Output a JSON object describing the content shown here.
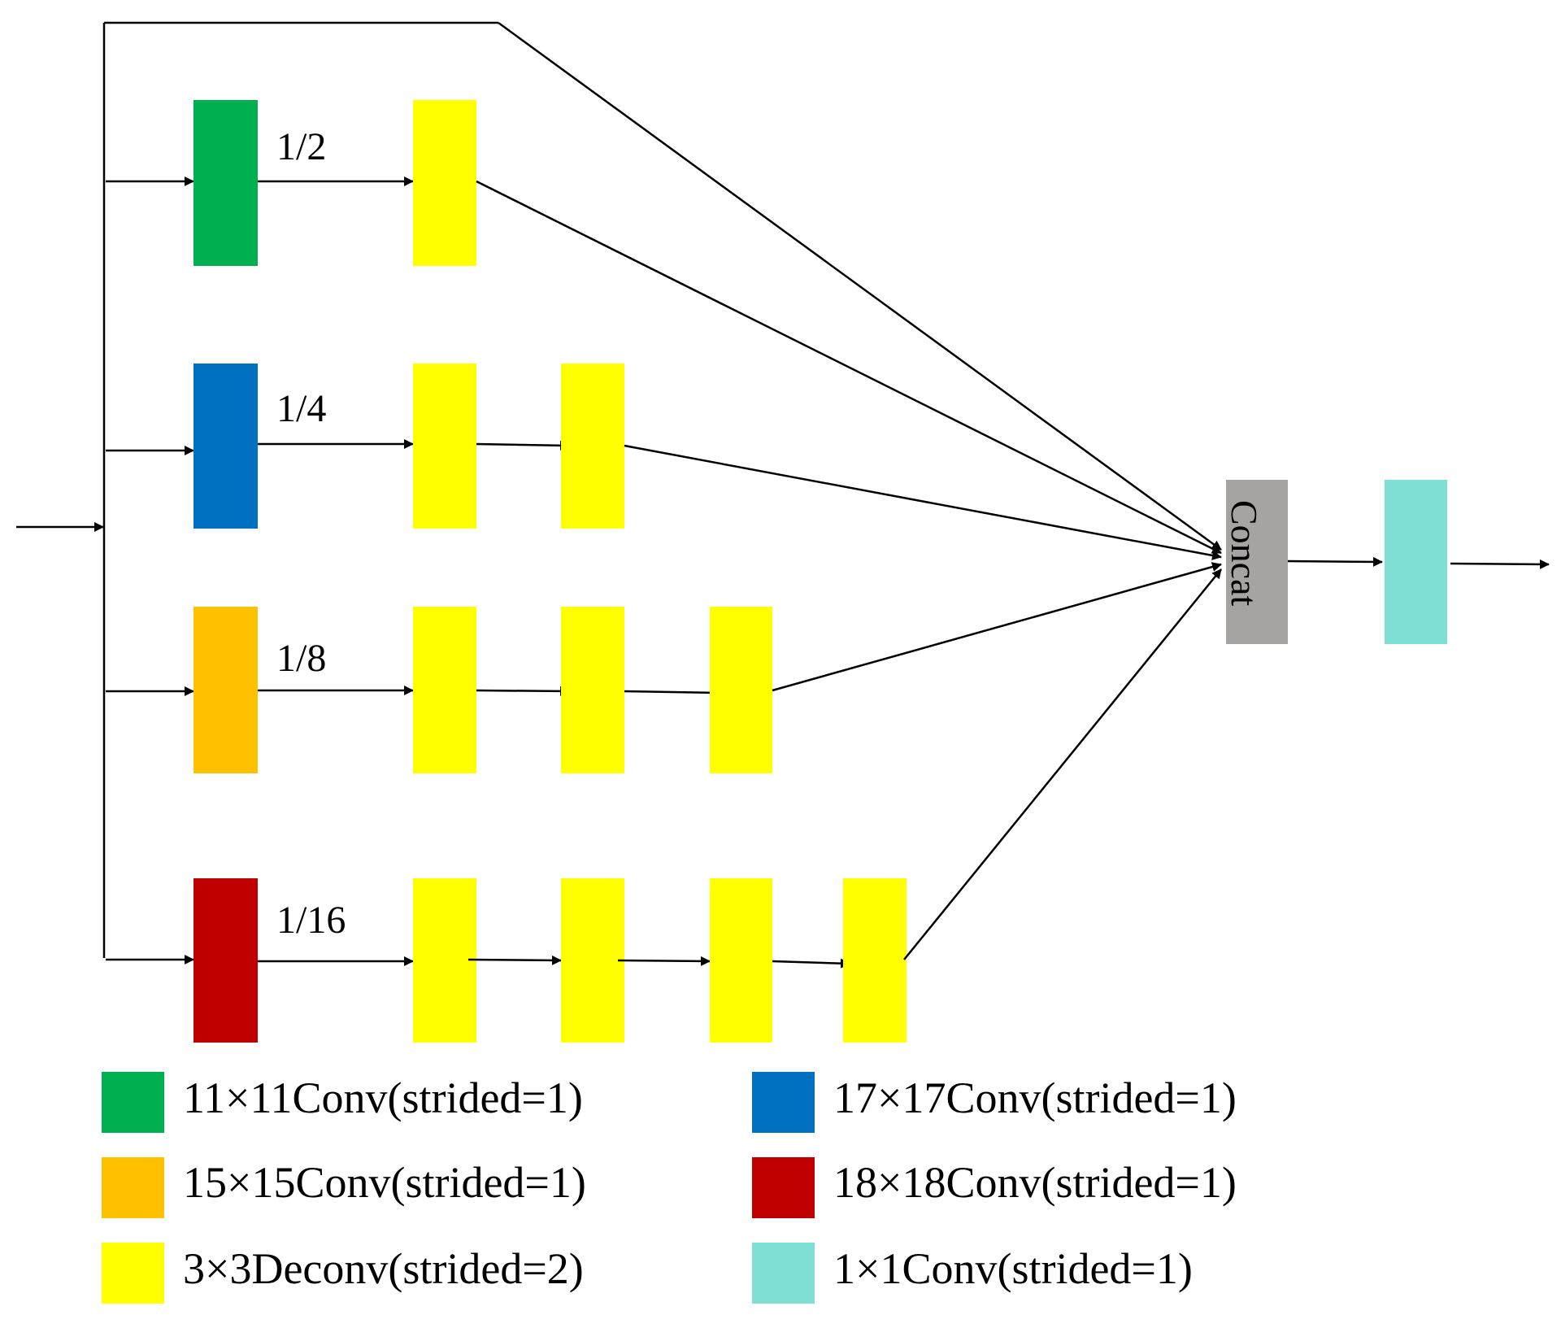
{
  "colors": {
    "green": "#00B050",
    "blue": "#0070C0",
    "orange": "#FFC000",
    "red": "#C00000",
    "yellow": "#FFFF00",
    "cyan": "#7FDFD4",
    "gray": "#A6A3A3"
  },
  "branches": [
    {
      "ratio": "1/2",
      "conv_color": "green",
      "deconv_count": 1
    },
    {
      "ratio": "1/4",
      "conv_color": "blue",
      "deconv_count": 2
    },
    {
      "ratio": "1/8",
      "conv_color": "orange",
      "deconv_count": 3
    },
    {
      "ratio": "1/16",
      "conv_color": "red",
      "deconv_count": 4
    }
  ],
  "concat": {
    "label": "Concat"
  },
  "legend": [
    {
      "color": "green",
      "label": "11×11Conv(strided=1)"
    },
    {
      "color": "blue",
      "label": "17×17Conv(strided=1)"
    },
    {
      "color": "orange",
      "label": "15×15Conv(strided=1)"
    },
    {
      "color": "red",
      "label": "18×18Conv(strided=1)"
    },
    {
      "color": "yellow",
      "label": "3×3Deconv(strided=2)"
    },
    {
      "color": "cyan",
      "label": "1×1Conv(strided=1)"
    }
  ]
}
